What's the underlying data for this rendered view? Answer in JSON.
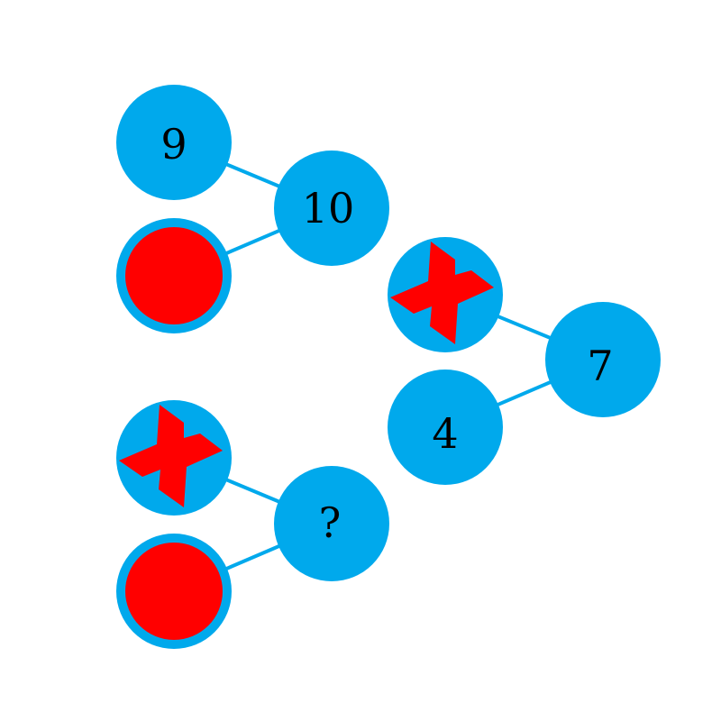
{
  "colors": {
    "node": "#00a9ec",
    "hidden": "#ff0000",
    "edge": "#00a9ec"
  },
  "trees": [
    {
      "parent": "10",
      "children": [
        "9",
        ""
      ],
      "hidden_children": [
        false,
        true
      ]
    },
    {
      "parent": "7",
      "children": [
        "",
        "4"
      ],
      "crossed_children": [
        true,
        false
      ]
    },
    {
      "parent": "?",
      "children": [
        "",
        ""
      ],
      "crossed_children": [
        true,
        false
      ],
      "hidden_children": [
        false,
        true
      ]
    }
  ]
}
